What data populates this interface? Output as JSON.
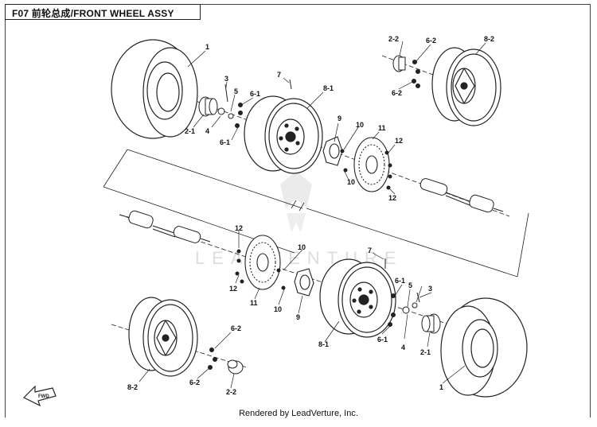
{
  "title": "F07 前轮总成/FRONT WHEEL ASSY",
  "watermark": "LEADVENTURE",
  "credit": "Rendered by LeadVerture, Inc.",
  "direction_marker": "FWD",
  "callouts": [
    "1",
    "2-1",
    "2-2",
    "3",
    "4",
    "5",
    "6-1",
    "6-2",
    "7",
    "8-1",
    "8-2",
    "9",
    "10",
    "11",
    "12"
  ]
}
